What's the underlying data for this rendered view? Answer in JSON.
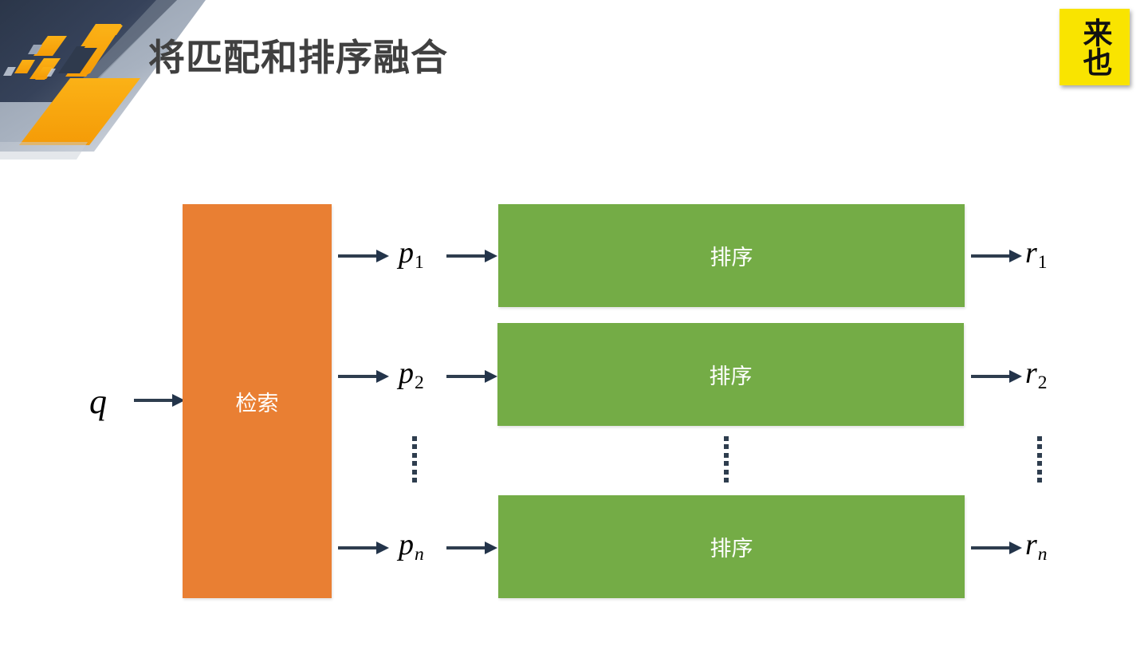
{
  "slide": {
    "title": "将匹配和排序融合",
    "background_color": "#FFFFFF",
    "title_color": "#404040"
  },
  "brand": {
    "logo_text": "来也",
    "logo_bg_color": "#F9E400",
    "logo_text_color": "#111111"
  },
  "diagram": {
    "query_label": "q",
    "retrieval": {
      "label": "检索",
      "color": "#E97F33"
    },
    "rank_color": "#74AC46",
    "arrow_color": "#2E3D4E",
    "rows": [
      {
        "passage_label": "p",
        "passage_sub": "1",
        "rank_label": "排序",
        "result_label": "r",
        "result_sub": "1"
      },
      {
        "passage_label": "p",
        "passage_sub": "2",
        "rank_label": "排序",
        "result_label": "r",
        "result_sub": "2"
      },
      {
        "passage_label": "p",
        "passage_sub": "n",
        "rank_label": "排序",
        "result_label": "r",
        "result_sub": "n"
      }
    ],
    "ellipsis": "⋮"
  }
}
